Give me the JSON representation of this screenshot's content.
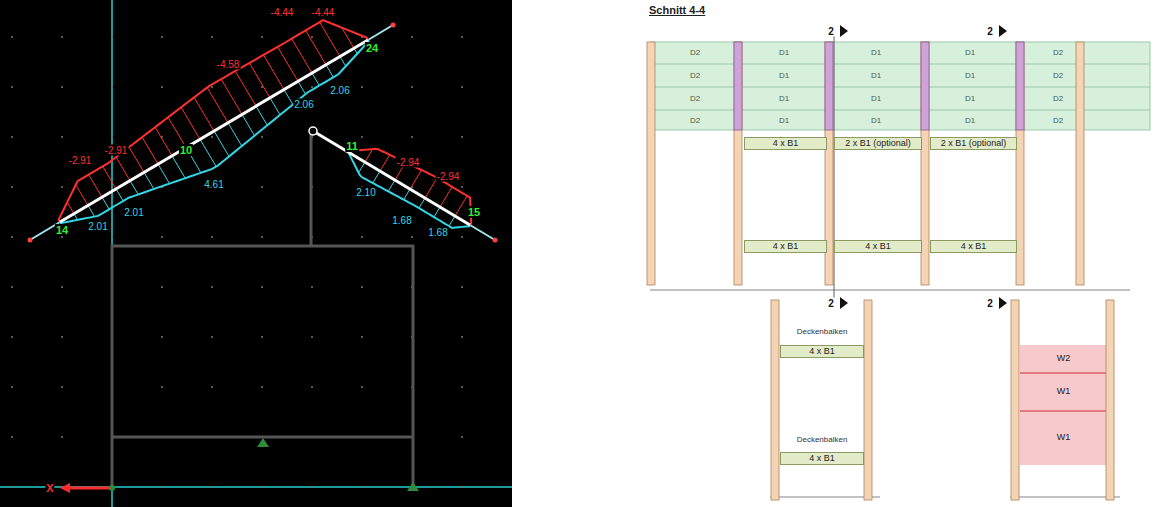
{
  "diagram": {
    "title": "Schnitt 4-4",
    "nodes": [
      {
        "text": [
          "4 x B1"
        ]
      },
      {
        "text": [
          "2 x B1 (optional)"
        ]
      },
      {
        "text": [
          "2 x B1 (optional)"
        ]
      },
      {
        "text": [
          "4 x B1"
        ]
      },
      {
        "text": [
          "4 x B1"
        ]
      },
      {
        "text": [
          "4 x B1"
        ]
      },
      {
        "text": [
          "4 x B1"
        ]
      },
      {
        "text": [
          "4 x B1"
        ]
      },
      {
        "text": [
          "W2"
        ]
      },
      {
        "text": [
          "W1"
        ]
      },
      {
        "text": [
          "W1"
        ]
      }
    ],
    "labels": [
      "-4.44",
      "-4.44",
      "-4.58",
      "24",
      "2.06",
      "2.06",
      "10",
      "-2.91",
      "-2.91",
      "4.61",
      "11",
      "-2.94",
      "-2.94",
      "2.10",
      "14",
      "2.01",
      "2.01",
      "1.68",
      "1.68",
      "15",
      "X",
      "2",
      "2",
      "2",
      "2",
      "D2",
      "D1",
      "D1",
      "D1",
      "D2",
      "D2",
      "D1",
      "D1",
      "D1",
      "D2",
      "D2",
      "D1",
      "D1",
      "D1",
      "D2",
      "D2",
      "D1",
      "D1",
      "D1",
      "D2",
      "Deckenbalken",
      "Deckenbalken"
    ]
  }
}
